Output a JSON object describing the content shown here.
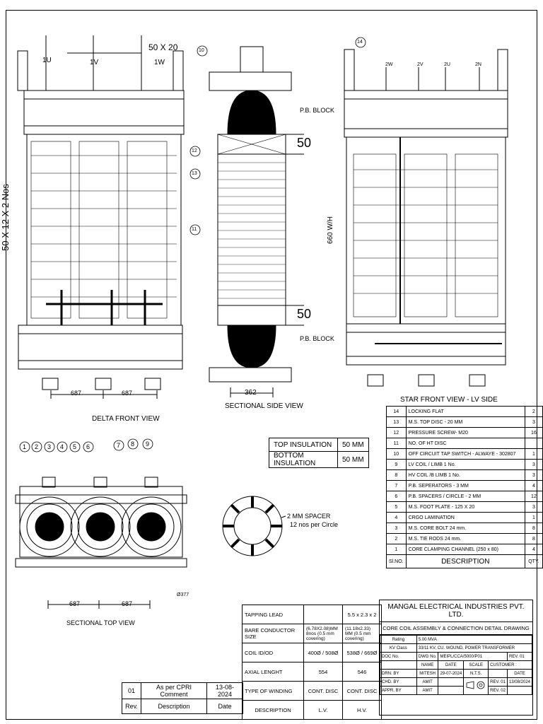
{
  "views": {
    "delta_front": {
      "title": "DELTA FRONT VIEW",
      "terminal_labels": [
        "1U",
        "1V",
        "1W"
      ],
      "busbar_label": "50 X 20",
      "side_label": "50 X 12 X 2 Nos",
      "dims": [
        "687",
        "687"
      ]
    },
    "sectional_side": {
      "title": "SECTIONAL SIDE VIEW",
      "pb_block_top": "P.B. BLOCK",
      "pb_block_bottom": "P.B. BLOCK",
      "dim_top": "50",
      "dim_bottom": "50",
      "width_dim": "362"
    },
    "star_front": {
      "title": "STAR FRONT VIEW - LV SIDE",
      "terminal_labels": [
        "2W",
        "2V",
        "2U",
        "2N"
      ],
      "height_dim": "660 W/H"
    },
    "sectional_top": {
      "title": "SECTIONAL TOP VIEW",
      "dims": [
        "687",
        "687"
      ],
      "dia_label": "Ø377"
    },
    "spacer": {
      "label_line1": "2 MM SPACER",
      "label_line2": "12 nos per Circle"
    },
    "balloons_bottom": [
      "1",
      "2",
      "3",
      "4",
      "5",
      "6",
      "7",
      "8",
      "9"
    ],
    "balloons_side": [
      "10",
      "12",
      "13",
      "11"
    ],
    "balloon_star": "14"
  },
  "insulation": {
    "rows": [
      {
        "label": "TOP INSULATION",
        "value": "50 MM"
      },
      {
        "label": "BOTTOM INSULATION",
        "value": "50 MM"
      }
    ]
  },
  "bom": {
    "rows": [
      {
        "no": "14",
        "desc": "LOCKING FLAT",
        "qty": "2"
      },
      {
        "no": "13",
        "desc": "M.S. TOP DISC - 20 MM",
        "qty": "3"
      },
      {
        "no": "12",
        "desc": "PRESSURE SCREW- M20",
        "qty": "16"
      },
      {
        "no": "11",
        "desc": "NO. OF HT DISC",
        "qty": ""
      },
      {
        "no": "10",
        "desc": "OFF CIRCUIT TAP SWITCH - ALWAYE - 302807",
        "qty": "1"
      },
      {
        "no": "9",
        "desc": "LV COIL / LIMB 1 No.",
        "qty": "3"
      },
      {
        "no": "8",
        "desc": "HV COIL /B LIMB 1 No.",
        "qty": "3"
      },
      {
        "no": "7",
        "desc": "P.B. SEPERATORS - 3 MM",
        "qty": "4"
      },
      {
        "no": "6",
        "desc": "P.B. SPACERS / CIRCLE - 2 MM",
        "qty": "12"
      },
      {
        "no": "5",
        "desc": "M.S. FOOT PLATE - 125 X 20",
        "qty": "3"
      },
      {
        "no": "4",
        "desc": "CRGO LAMINATION",
        "qty": "1"
      },
      {
        "no": "3",
        "desc": "M.S. CORE BOLT 24 mm.",
        "qty": "8"
      },
      {
        "no": "2",
        "desc": "M.S. TIE RODS 24 mm.",
        "qty": "8"
      },
      {
        "no": "1",
        "desc": "CORE CLAMPING CHANNEL (250 x 80)",
        "qty": "4"
      }
    ],
    "header": {
      "no": "Sl.NO.",
      "desc": "DESCRIPTION",
      "qty": "QTY."
    }
  },
  "winding": {
    "tapping_lead": {
      "label": "TAPPING LEAD",
      "lv": "",
      "hv": "5.5 x 2.3 x 2"
    },
    "bare_conductor": {
      "label": "BARE CONDUCTOR SIZE",
      "lv": "(6.78X2.08)MM 8nos (0.5 mm covering)",
      "hv": "(11.18x2.33) MM (0.5 mm covering)"
    },
    "coil_id_od": {
      "label": "COIL ID/OD",
      "lv": "400Ø / 508Ø",
      "hv": "538Ø / 669Ø"
    },
    "axial_length": {
      "label": "AXIAL LENGHT",
      "lv": "554",
      "hv": "546"
    },
    "type_of_winding": {
      "label": "TYPE OF WINDING",
      "lv": "CONT. DISC",
      "hv": "CONT. DISC"
    },
    "footer": {
      "label": "DESCRIPTION",
      "lv": "L.V.",
      "hv": "H.V."
    }
  },
  "revision": {
    "row": {
      "rev": "01",
      "desc": "As per CPRI Comment",
      "date": "13-08-2024"
    },
    "header": {
      "rev": "Rev.",
      "desc": "Description",
      "date": "Date"
    }
  },
  "title_block": {
    "company": "MANGAL ELECTRICAL INDUSTRIES PVT. LTD.",
    "drawing_title": "CORE COIL ASSEMBLY & CONNECTION DETAIL DRAWING",
    "rating_label": "Rating",
    "rating_value": "5.00 MVA",
    "kv_label": "KV Class",
    "kv_value": "33/11 KV, CU. WOUND, POWER TRANSFORMER",
    "doc_no_label": "DOC No.",
    "dwg_no_label": "DWG No.",
    "dwg_no_value": "MEIPL/CCA/5000/P01",
    "rev_label": "REV. 01",
    "name_label": "NAME",
    "date_label": "DATE",
    "scale_label": "SCALE",
    "customer_label": "CUSTOMER :",
    "drn_label": "DRN. BY",
    "drn_name": "MITESH",
    "drn_date": "29-07-2024",
    "scale_value": "N.T.S.",
    "chd_label": "CHD. BY",
    "chd_name": "AMIT",
    "appr_label": "APPR. BY",
    "appr_name": "AMIT",
    "rev01": "REV. 01",
    "rev01_date": "13/08/2024",
    "rev02": "REV. 02",
    "date_header": "DATE"
  }
}
